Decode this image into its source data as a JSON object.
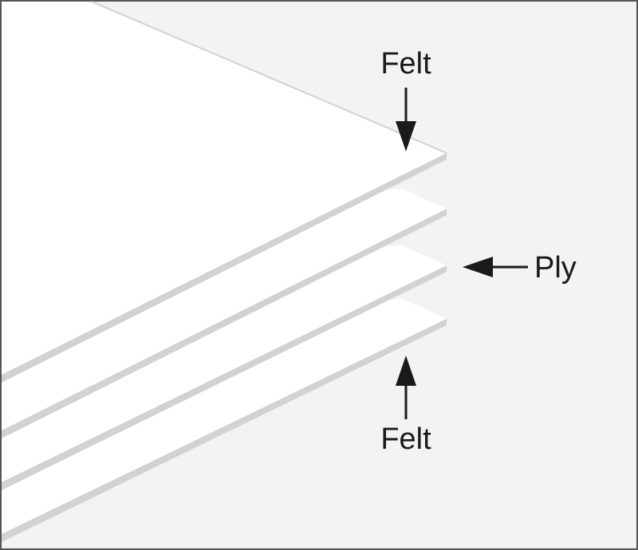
{
  "labels": {
    "felt_top": "Felt",
    "ply": "Ply",
    "felt_bottom": "Felt"
  },
  "colors": {
    "background": "#f3f3f3",
    "sheet": "#ffffff",
    "sheet_edge": "#d2d2d2",
    "frame": "#555555",
    "arrow": "#1a1a1a"
  }
}
